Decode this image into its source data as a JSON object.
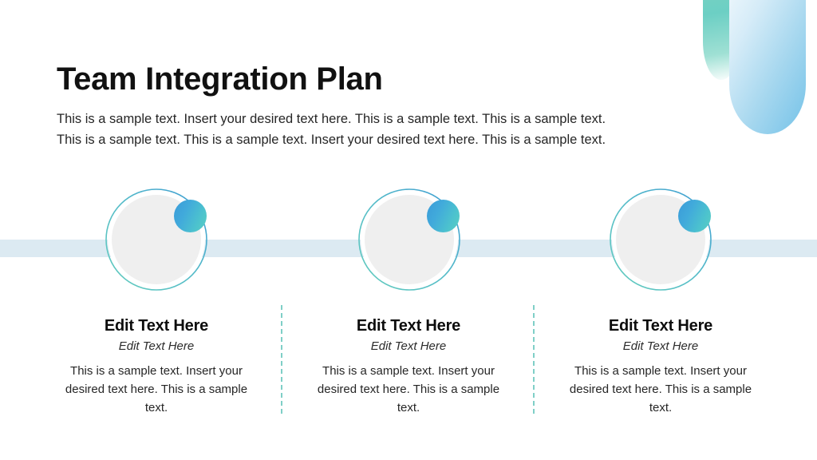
{
  "slide": {
    "title": "Team Integration Plan",
    "subtitle_lines": [
      "This is a sample text. Insert your desired text here. This is a sample text. This is a sample text.",
      "This is a sample text. This is a sample text. Insert your desired text here. This is a sample text."
    ]
  },
  "colors": {
    "band": "#dceaf2",
    "ring_gradient_start": "#5fc9bd",
    "ring_gradient_end": "#3e9bd4",
    "dot_gradient_start": "#3a9bd9",
    "dot_gradient_end": "#59cfc1",
    "inner_disc": "#efefef",
    "divider": "#7fcfc7",
    "deco_green": "#6ccfc4",
    "deco_blue": "#74c2e8",
    "title_text": "#111111",
    "body_text": "#262626"
  },
  "decorations": {
    "top_right_green_pill": "rounded-pill-shape",
    "top_right_blue_pill": "rounded-pill-shape",
    "connector_band": "horizontal-band"
  },
  "nodes": [
    {
      "index": 1,
      "circle_name": "step-circle-1",
      "dot_name": "step-dot-1",
      "title": "Edit Text Here",
      "subtitle": "Edit Text Here",
      "body": "This is a sample text. Insert your desired text here. This is a sample text."
    },
    {
      "index": 2,
      "circle_name": "step-circle-2",
      "dot_name": "step-dot-2",
      "title": "Edit Text Here",
      "subtitle": "Edit Text Here",
      "body": "This is a sample text. Insert your desired text here. This is a sample text."
    },
    {
      "index": 3,
      "circle_name": "step-circle-3",
      "dot_name": "step-dot-3",
      "title": "Edit Text Here",
      "subtitle": "Edit Text Here",
      "body": "This is a sample text. Insert your desired text here. This is a sample text."
    }
  ]
}
